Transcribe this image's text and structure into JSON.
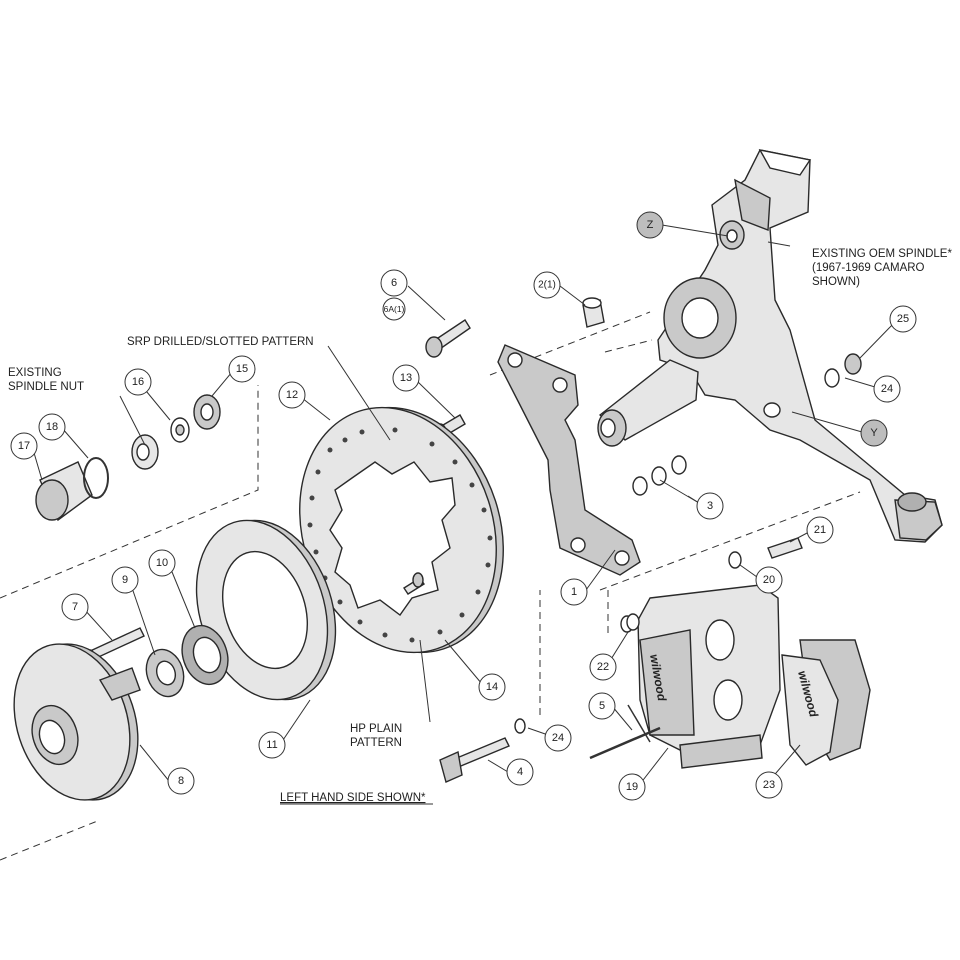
{
  "diagram": {
    "annotations": {
      "existing_oem_spindle": [
        "EXISTING OEM SPINDLE*",
        "(1967-1969 CAMARO",
        "SHOWN)"
      ],
      "existing_spindle_nut": [
        "EXISTING",
        "SPINDLE NUT"
      ],
      "srp_pattern": "SRP DRILLED/SLOTTED PATTERN",
      "hp_plain_pattern": [
        "HP PLAIN",
        "PATTERN"
      ],
      "left_hand_side": "LEFT HAND SIDE SHOWN*",
      "caliper_logo": "wilwood",
      "pad_logo": "wilwood"
    },
    "callouts": [
      {
        "label": "Z",
        "highlight": true
      },
      {
        "label": "Y",
        "highlight": true
      },
      {
        "label": "1"
      },
      {
        "label": "2(1)"
      },
      {
        "label": "3"
      },
      {
        "label": "4"
      },
      {
        "label": "5"
      },
      {
        "label": "6",
        "sub": "6A(1)"
      },
      {
        "label": "7"
      },
      {
        "label": "8"
      },
      {
        "label": "9"
      },
      {
        "label": "10"
      },
      {
        "label": "11"
      },
      {
        "label": "12"
      },
      {
        "label": "13"
      },
      {
        "label": "14"
      },
      {
        "label": "15"
      },
      {
        "label": "16"
      },
      {
        "label": "17"
      },
      {
        "label": "18"
      },
      {
        "label": "19"
      },
      {
        "label": "20"
      },
      {
        "label": "21"
      },
      {
        "label": "22"
      },
      {
        "label": "23"
      },
      {
        "label": "24"
      },
      {
        "label": "24"
      },
      {
        "label": "25"
      }
    ]
  }
}
